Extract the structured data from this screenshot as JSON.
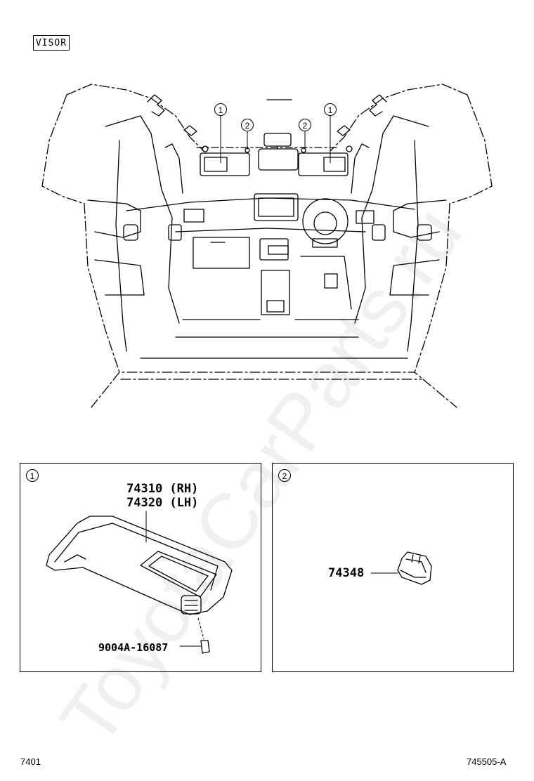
{
  "section_label": "VISOR",
  "callouts": {
    "one": "1",
    "two": "2"
  },
  "panels": {
    "visor": {
      "number": "1",
      "part_rh": "74310 (RH)",
      "part_lh": "74320 (LH)",
      "screw_part": "9004A-16087"
    },
    "holder": {
      "number": "2",
      "part": "74348"
    }
  },
  "footer": {
    "left_code": "7401",
    "right_code": "745505-A"
  },
  "watermark": "ToyotaCarParts.ru"
}
